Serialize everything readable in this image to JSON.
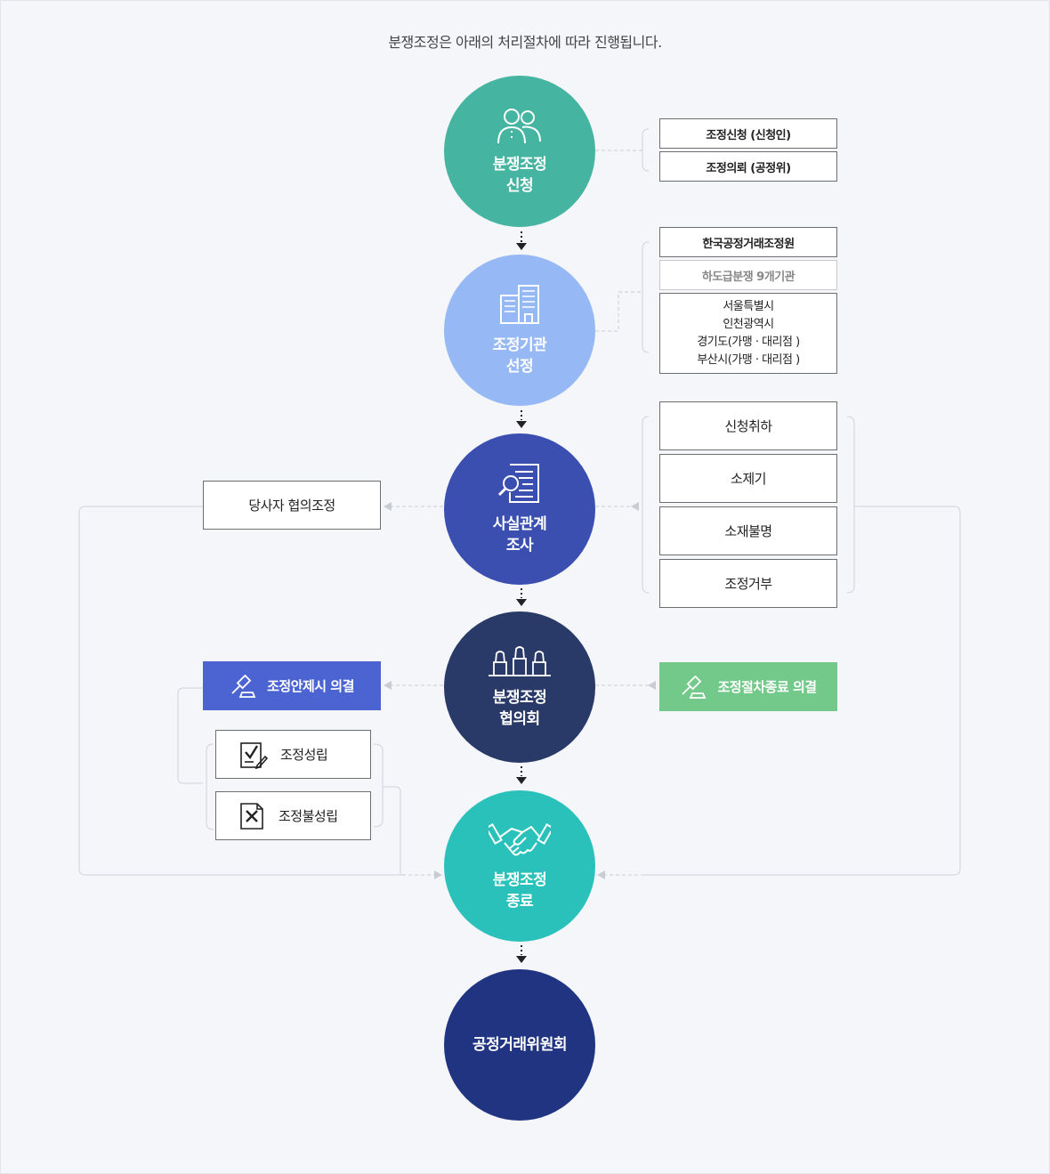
{
  "intro": "분쟁조정은 아래의 처리절차에 따라 진행됩니다.",
  "colors": {
    "step1": "#45b5a1",
    "step2": "#96b9f5",
    "step3": "#3b4fb1",
    "step4": "#293a68",
    "step5": "#2ac1bb",
    "step6": "#213482",
    "proposal": "#4c63d2",
    "termination": "#72c98a"
  },
  "steps": [
    {
      "title": "분쟁조정\n신청",
      "icon": "people-icon"
    },
    {
      "title": "조정기관\n선정",
      "icon": "building-icon"
    },
    {
      "title": "사실관계\n조사",
      "icon": "document-search-icon"
    },
    {
      "title": "분쟁조정\n협의회",
      "icon": "council-icon"
    },
    {
      "title": "분쟁조정\n종료",
      "icon": "handshake-icon"
    },
    {
      "title": "공정거래위원회"
    }
  ],
  "apply_options": [
    "조정신청 (신청인)",
    "조정의뢰 (공정위)"
  ],
  "institutions": {
    "kfair": "한국공정거래조정원",
    "subcontract": "하도급분쟁 9개기관",
    "local": [
      "서울특별시",
      "인천광역시",
      "경기도(가맹 · 대리점 )",
      "부산시(가맹 · 대리점 )"
    ]
  },
  "left_outcome": "당사자 협의조정",
  "right_outcomes": [
    "신청취하",
    "소제기",
    "소재불명",
    "조정거부"
  ],
  "proposal": "조정안제시 의결",
  "termination": "조정절차종료 의결",
  "results": [
    {
      "label": "조정성립",
      "icon": "check-document-icon"
    },
    {
      "label": "조정불성립",
      "icon": "x-document-icon"
    }
  ]
}
